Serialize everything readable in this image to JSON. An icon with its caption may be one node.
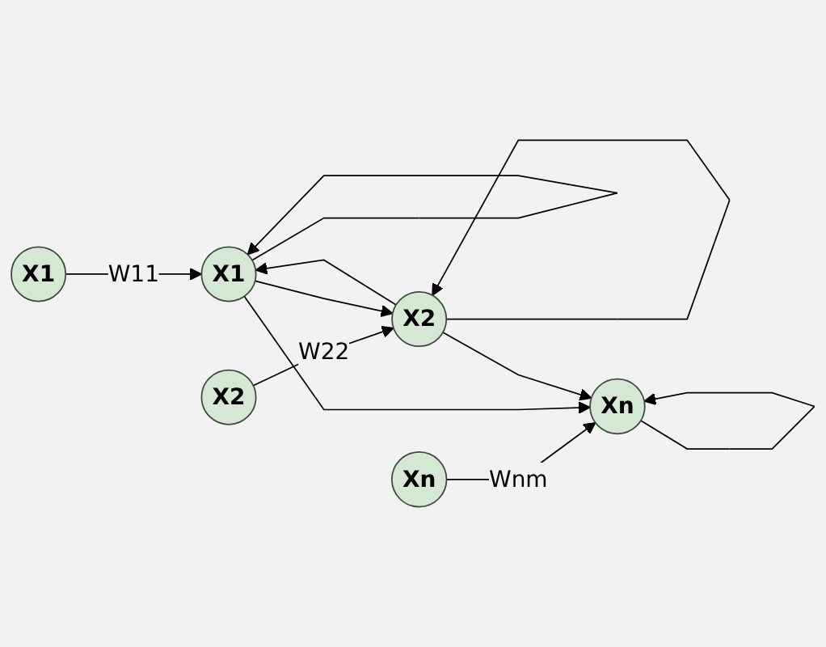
{
  "diagram": {
    "nodes": [
      {
        "text": [
          "X1"
        ]
      },
      {
        "text": [
          "X2"
        ]
      },
      {
        "text": [
          "Xn"
        ]
      },
      {
        "text": [
          "X1"
        ]
      },
      {
        "text": [
          "X2"
        ]
      },
      {
        "text": [
          "Xn"
        ]
      }
    ],
    "edges": [
      {
        "from": 0,
        "to": 3,
        "arrow": "to",
        "label": "W11"
      },
      {
        "from": 1,
        "to": 4,
        "arrow": "to",
        "label": "W22"
      },
      {
        "from": 2,
        "to": 5,
        "arrow": "to",
        "label": "Wnm"
      },
      {
        "from": 3,
        "to": 3,
        "arrow": "to"
      },
      {
        "from": 3,
        "to": 4,
        "arrow": "to"
      },
      {
        "from": 3,
        "to": 5,
        "arrow": "to"
      },
      {
        "from": 4,
        "to": 3,
        "arrow": "to"
      },
      {
        "from": 4,
        "to": 4,
        "arrow": "to"
      },
      {
        "from": 4,
        "to": 5,
        "arrow": "to"
      },
      {
        "from": 5,
        "to": 5,
        "arrow": "to"
      }
    ]
  }
}
